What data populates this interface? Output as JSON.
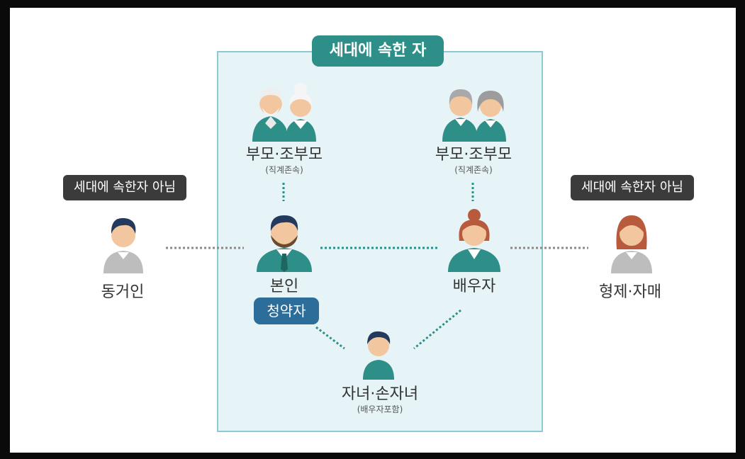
{
  "household_title": "세대에 속한 자",
  "not_household_label_left": "세대에 속한자 아님",
  "not_household_label_right": "세대에 속한자 아님",
  "grandparents_left": {
    "label": "부모·조부모",
    "sublabel": "(직계존속)"
  },
  "grandparents_right": {
    "label": "부모·조부모",
    "sublabel": "(직계존속)"
  },
  "self": {
    "label": "본인",
    "badge": "청약자"
  },
  "spouse": {
    "label": "배우자"
  },
  "children": {
    "label": "자녀·손자녀",
    "sublabel": "(배우자포함)"
  },
  "cohabitant": {
    "label": "동거인"
  },
  "siblings": {
    "label": "형제·자매"
  },
  "colors": {
    "teal": "#2e8f88",
    "dark": "#3b3b3b",
    "blue": "#2d6d9a",
    "box_fill": "#e6f4f8",
    "box_border": "#8ccbd6"
  }
}
